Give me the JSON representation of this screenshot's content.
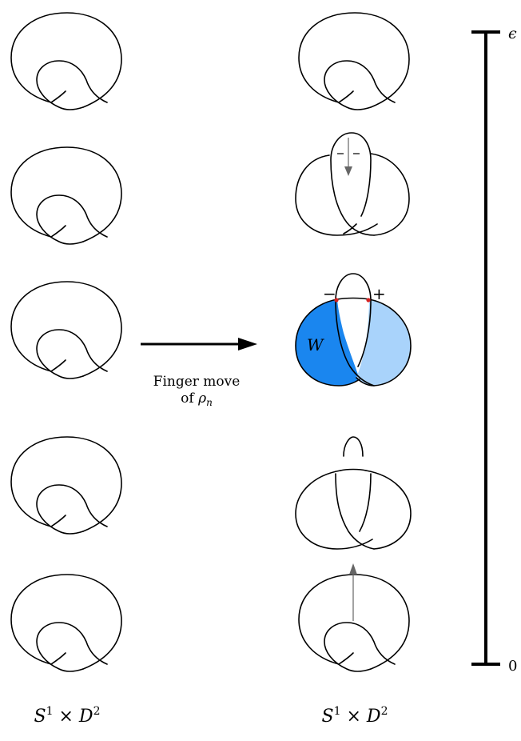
{
  "time_axis": {
    "top_label": "ϵ",
    "bottom_label": "0"
  },
  "arrow": {
    "caption_line1": "Finger move",
    "caption_prefix": "of ",
    "caption_symbol": "ρ",
    "caption_subscript": "n"
  },
  "left_column": {
    "space_base": "S",
    "space_sup1": "1",
    "space_times": " × ",
    "space_D": "D",
    "space_sup2": "2"
  },
  "right_column": {
    "space_base": "S",
    "space_sup1": "1",
    "space_times": " × ",
    "space_D": "D",
    "space_sup2": "2"
  },
  "middle_frame": {
    "region_label": "W",
    "minus_label": "−",
    "plus_label": "+"
  },
  "frame2_signs": {
    "minus": "−",
    "plus": "−"
  },
  "colors": {
    "dark_blue": "#1A86EF",
    "light_blue": "#A9D3FB",
    "red_dot": "#D42020",
    "arrow_gray": "#666666"
  }
}
